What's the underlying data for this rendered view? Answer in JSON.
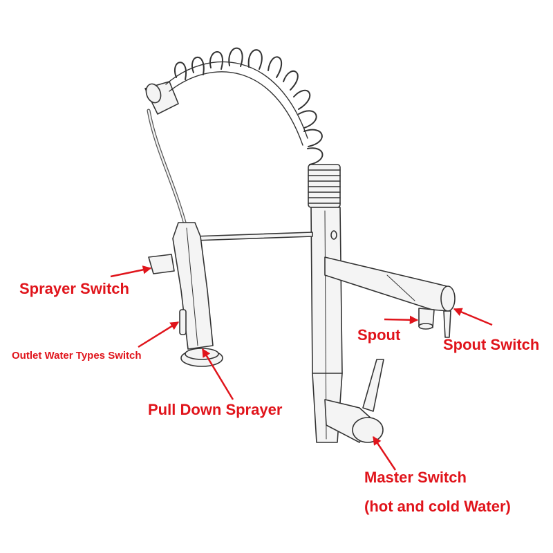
{
  "colors": {
    "label": "#e0141b",
    "line": "#333333",
    "metal": "#f4f4f4"
  },
  "labels": {
    "sprayer_switch": "Sprayer Switch",
    "outlet_water_types_switch": "Outlet Water Types Switch",
    "pull_down_sprayer": "Pull Down Sprayer",
    "spout": "Spout",
    "spout_switch": "Spout Switch",
    "master_switch": "Master Switch",
    "master_switch_sub": "(hot and cold Water)"
  }
}
